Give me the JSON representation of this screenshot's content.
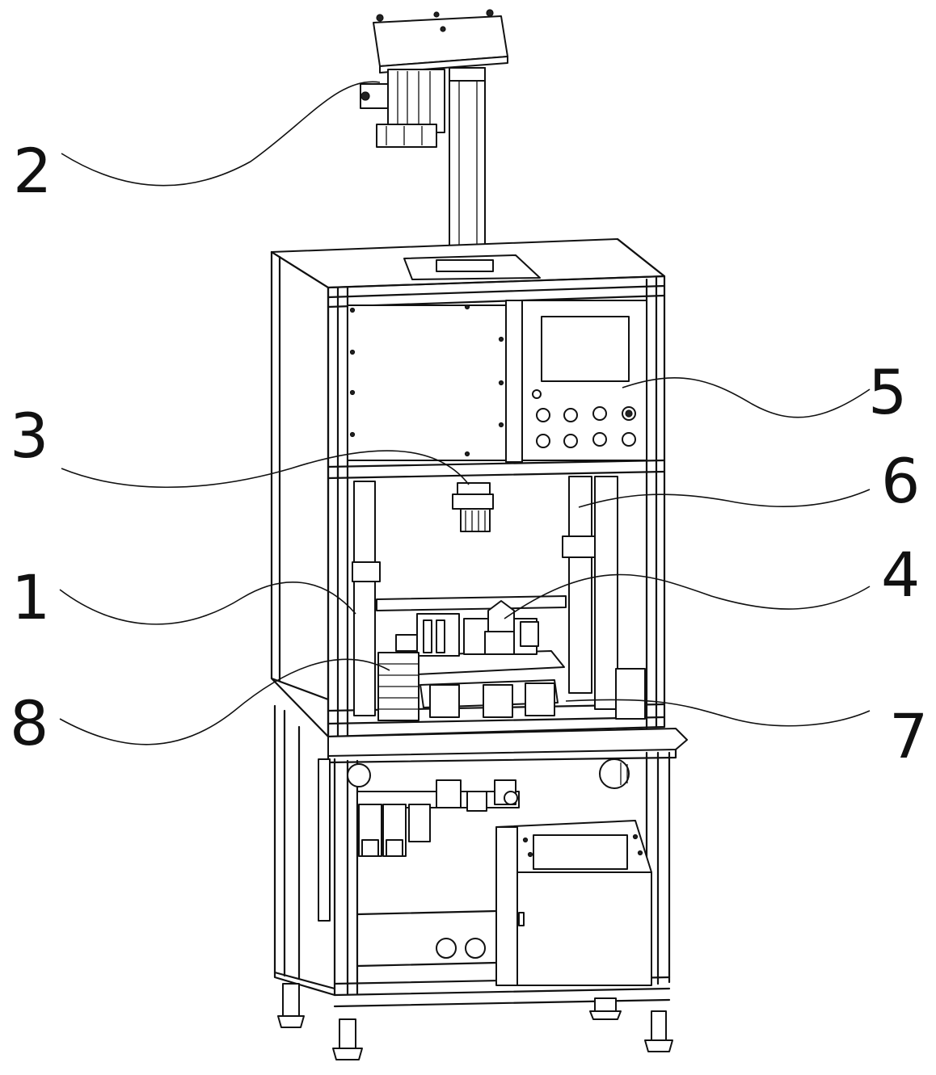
{
  "labels": [
    {
      "id": "1",
      "text": "1"
    },
    {
      "id": "2",
      "text": "2"
    },
    {
      "id": "3",
      "text": "3"
    },
    {
      "id": "4",
      "text": "4"
    },
    {
      "id": "5",
      "text": "5"
    },
    {
      "id": "6",
      "text": "6"
    },
    {
      "id": "7",
      "text": "7"
    },
    {
      "id": "8",
      "text": "8"
    }
  ],
  "colors": {
    "line": "#111111",
    "background": "#ffffff"
  }
}
